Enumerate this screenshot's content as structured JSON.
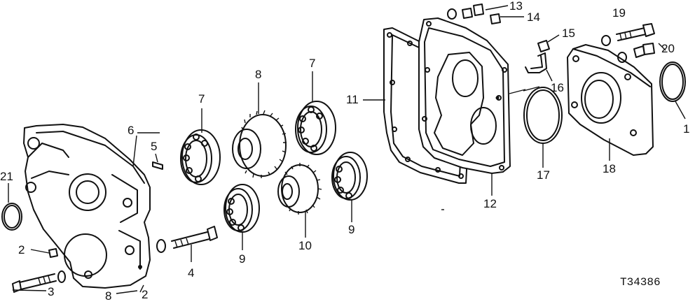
{
  "figure_code": "T34386",
  "callouts": {
    "c1": "1",
    "c2a": "2",
    "c2b": "2",
    "c3": "3",
    "c4": "4",
    "c5": "5",
    "c6": "6",
    "c7a": "7",
    "c7b": "7",
    "c8a": "8",
    "c8b": "8",
    "c9a": "9",
    "c9b": "9",
    "c10": "10",
    "c11": "11",
    "c12": "12",
    "c13": "13",
    "c14": "14",
    "c15": "15",
    "c16": "16",
    "c17": "17",
    "c18": "18",
    "c19": "19",
    "c20": "20",
    "c21": "21"
  }
}
